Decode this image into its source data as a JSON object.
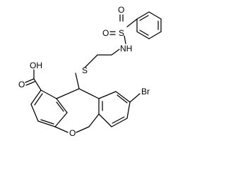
{
  "molecule": {
    "atom_labels": {
      "sulfonyl_o_left": "O",
      "sulfonyl_s": "S",
      "sulfonyl_o_bottom": "O",
      "amine_nh": "NH",
      "carboxyl_oh": "OH",
      "carboxyl_o": "O",
      "thioether_s": "S",
      "bromine": "Br",
      "ring_o": "O"
    },
    "colors": {
      "bond": "#000000",
      "label": "#000000",
      "background": "#ffffff"
    }
  }
}
